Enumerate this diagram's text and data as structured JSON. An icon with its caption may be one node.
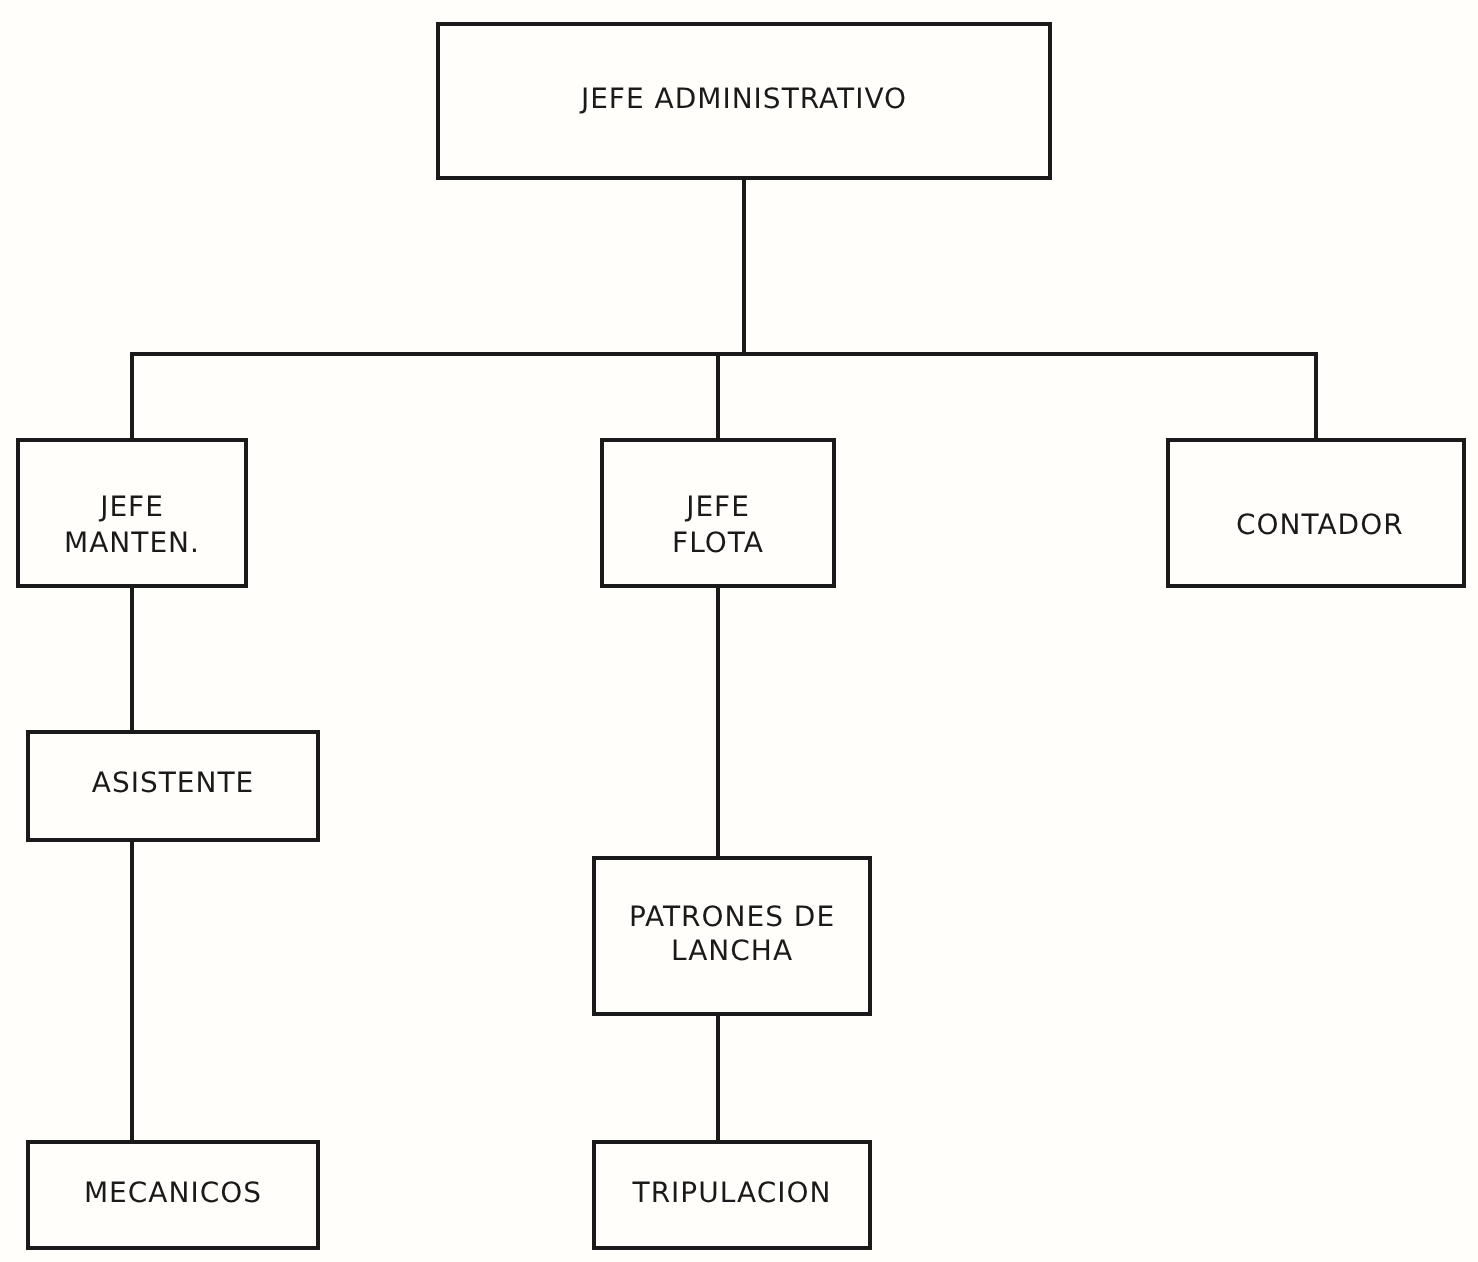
{
  "diagram": {
    "nodes": [
      {
        "text": [
          "JEFE ADMINISTRATIVO"
        ]
      },
      {
        "text": [
          "JEFE MANTEN."
        ]
      },
      {
        "text": [
          "JEFE FLOTA"
        ]
      },
      {
        "text": [
          "CONTADOR"
        ]
      },
      {
        "text": [
          "ASISTENTE"
        ]
      },
      {
        "text": [
          "PATRONES DE LANCHA"
        ]
      },
      {
        "text": [
          "MECANICOS"
        ]
      },
      {
        "text": [
          "TRIPULACION"
        ]
      }
    ],
    "edges": [
      {
        "from": 0,
        "to": 1,
        "arrow": "none"
      },
      {
        "from": 0,
        "to": 2,
        "arrow": "none"
      },
      {
        "from": 0,
        "to": 3,
        "arrow": "none"
      },
      {
        "from": 1,
        "to": 4,
        "arrow": "none"
      },
      {
        "from": 4,
        "to": 6,
        "arrow": "none"
      },
      {
        "from": 2,
        "to": 5,
        "arrow": "none"
      },
      {
        "from": 5,
        "to": 7,
        "arrow": "none"
      }
    ]
  }
}
